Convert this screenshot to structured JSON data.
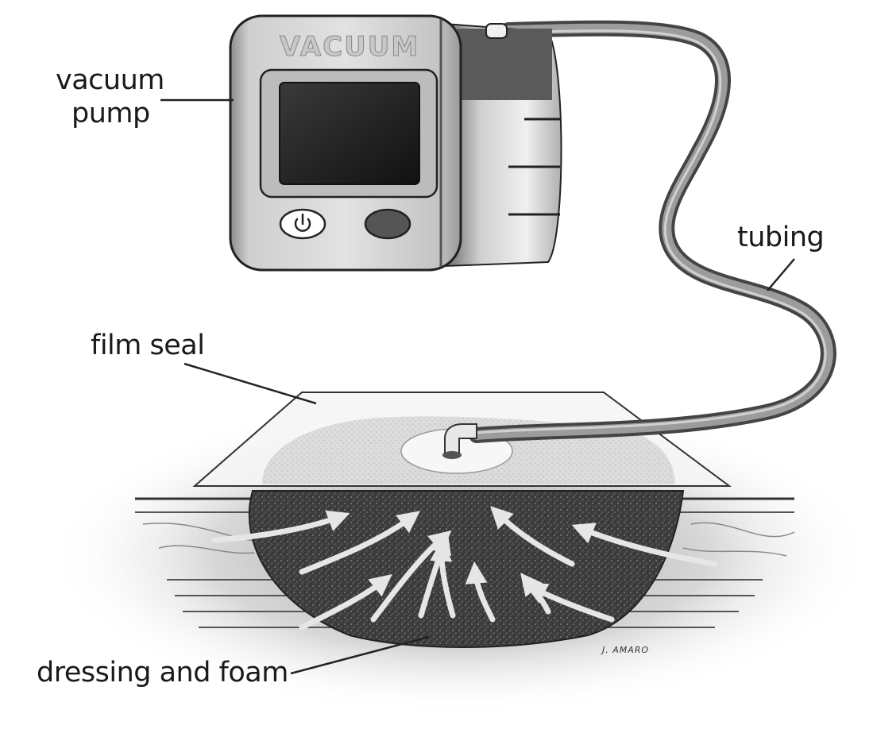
{
  "labels": {
    "pump_line1": "vacuum",
    "pump_line2": "pump",
    "tubing": "tubing",
    "film_seal": "film seal",
    "dressing": "dressing and foam"
  },
  "device": {
    "brand_text": "VACUUM",
    "power_icon": "power-icon"
  },
  "artist_signature": "J. AMARO"
}
